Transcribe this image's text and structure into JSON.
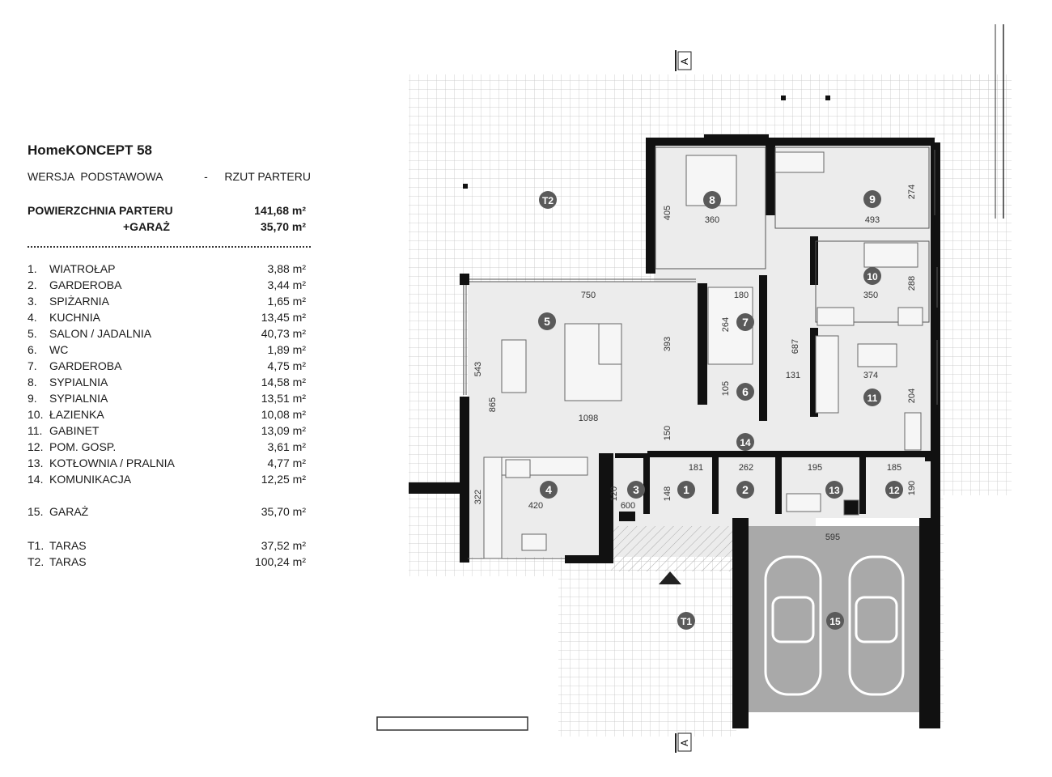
{
  "header": {
    "project_name": "HomeKONCEPT 58",
    "version_label": "WERSJA  PODSTAWOWA",
    "version_sep": "-",
    "plan_label": "RZUT PARTERU"
  },
  "summary": {
    "floor_area_label": "POWIERZCHNIA PARTERU",
    "floor_area_value": "141,68 m²",
    "garage_label": "+GARAŻ",
    "garage_value": "35,70 m²"
  },
  "rooms": [
    {
      "num": "1.",
      "name": "WIATROŁAP",
      "area": "3,88 m²"
    },
    {
      "num": "2.",
      "name": "GARDEROBA",
      "area": "3,44 m²"
    },
    {
      "num": "3.",
      "name": "SPIŻARNIA",
      "area": "1,65 m²"
    },
    {
      "num": "4.",
      "name": "KUCHNIA",
      "area": "13,45 m²"
    },
    {
      "num": "5.",
      "name": "SALON / JADALNIA",
      "area": "40,73 m²"
    },
    {
      "num": "6.",
      "name": "WC",
      "area": "1,89 m²"
    },
    {
      "num": "7.",
      "name": "GARDEROBA",
      "area": "4,75 m²"
    },
    {
      "num": "8.",
      "name": "SYPIALNIA",
      "area": "14,58 m²"
    },
    {
      "num": "9.",
      "name": "SYPIALNIA",
      "area": "13,51 m²"
    },
    {
      "num": "10.",
      "name": "ŁAZIENKA",
      "area": "10,08 m²"
    },
    {
      "num": "11.",
      "name": "GABINET",
      "area": "13,09 m²"
    },
    {
      "num": "12.",
      "name": "POM. GOSP.",
      "area": "3,61 m²"
    },
    {
      "num": "13.",
      "name": "KOTŁOWNIA / PRALNIA",
      "area": "4,77 m²"
    },
    {
      "num": "14.",
      "name": "KOMUNIKACJA",
      "area": "12,25 m²"
    }
  ],
  "garage_room": {
    "num": "15.",
    "name": "GARAŻ",
    "area": "35,70 m²"
  },
  "terraces": [
    {
      "num": "T1.",
      "name": "TARAS",
      "area": "37,52 m²"
    },
    {
      "num": "T2.",
      "name": "TARAS",
      "area": "100,24 m²"
    }
  ],
  "plan": {
    "section_mark": "A",
    "room_markers": [
      "1",
      "2",
      "3",
      "4",
      "5",
      "6",
      "7",
      "8",
      "9",
      "10",
      "11",
      "12",
      "13",
      "14",
      "15",
      "T1",
      "T2"
    ],
    "dimensions": [
      "750",
      "393",
      "543",
      "865",
      "1098",
      "150",
      "322",
      "420",
      "360",
      "405",
      "493",
      "274",
      "350",
      "288",
      "180",
      "264",
      "687",
      "131",
      "105",
      "374",
      "204",
      "181",
      "262",
      "195",
      "185",
      "190",
      "148",
      "120",
      "600",
      "595"
    ],
    "colors": {
      "wall": "#111111",
      "floor": "#ececec",
      "garage": "#a9a9a9",
      "marker": "#5a5a5a",
      "grid": "#bdbdbd"
    }
  }
}
